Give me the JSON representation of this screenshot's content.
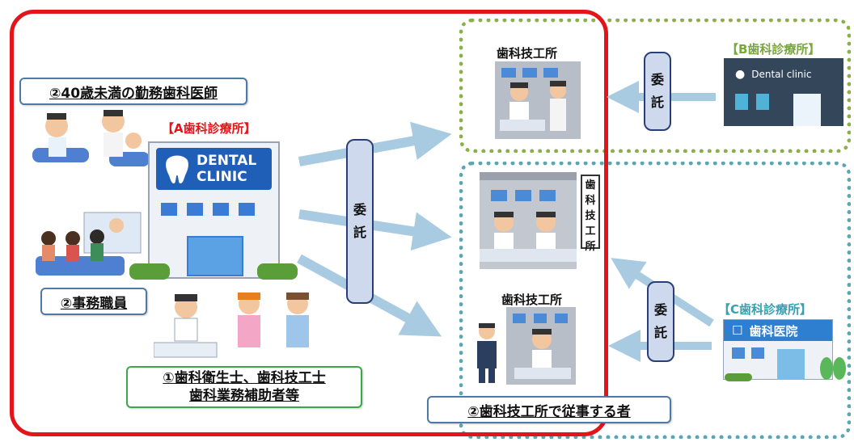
{
  "doctors_label": "②40歳未満の勤務歯科医師",
  "clinic_a": {
    "title": "【A歯科診療所】",
    "sign_line1": "DENTAL",
    "sign_line2": "CLINIC"
  },
  "office_staff_label": "②事務職員",
  "hygienist_line1": "①歯科衛生士、歯科技工士",
  "hygienist_line2": "歯科業務補助者等",
  "commission_main_line1": "委",
  "commission_main_line2": "託",
  "commission_b_line1": "委",
  "commission_b_line2": "託",
  "commission_c_line1": "委",
  "commission_c_line2": "託",
  "lab_top_title": "歯科技工所",
  "lab_mid_sign": [
    "歯",
    "科",
    "技",
    "工",
    "所"
  ],
  "lab_bottom_title": "歯科技工所",
  "lab_worker_label": "②歯科技工所で従事する者",
  "clinic_b": {
    "title": "【B歯科診療所】",
    "sign": "Dental clinic"
  },
  "clinic_c": {
    "title": "【C歯科診療所】",
    "sign": "歯科医院"
  },
  "colors": {
    "red_frame": "#e3151a",
    "green_dots": "#8cb048",
    "teal_dots": "#5aa6b2",
    "arrow": "#a9cbe2",
    "pill_fill": "#cfd9ee",
    "pill_border": "#2b3f77",
    "clinic_title_red": "#e3151a",
    "clinic_title_green": "#7aa640",
    "clinic_title_teal": "#3a9fb0"
  }
}
